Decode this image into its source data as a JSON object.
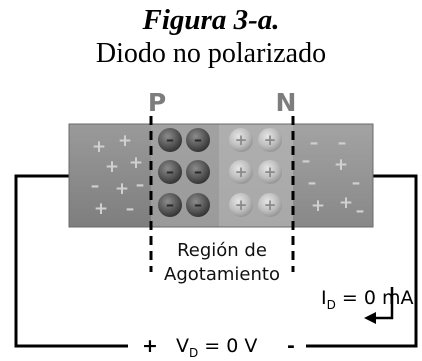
{
  "caption": {
    "figure_number": "Figura 3-a.",
    "title": "Diodo no polarizado"
  },
  "diode": {
    "p_label": "P",
    "n_label": "N",
    "p_side_charges": [
      "+",
      "+",
      "+",
      "+",
      "–",
      "+",
      "–",
      "+",
      "–"
    ],
    "n_side_charges": [
      "–",
      "–",
      "–",
      "+",
      "–",
      "–",
      "+",
      "+",
      "–"
    ],
    "p_depletion_ion": "–",
    "n_depletion_ion": "+"
  },
  "depletion": {
    "label_line1": "Región de",
    "label_line2": "Agotamiento"
  },
  "circuit": {
    "current_symbol": "I",
    "current_subscript": "D",
    "current_value": " = 0 mA",
    "voltage_plus": "+",
    "voltage_symbol": "V",
    "voltage_subscript": "D",
    "voltage_value": " = 0 V",
    "voltage_minus": "-"
  },
  "colors": {
    "p_region": "#8a8a8a",
    "n_region": "#939393",
    "depletion_p": "#a9a9a9",
    "depletion_n": "#b4b4b4",
    "ion_dark": "#4d4d4d",
    "ion_light": "#bdbdbd",
    "wire": "#000000",
    "region_letter": "#7d7d7d"
  }
}
